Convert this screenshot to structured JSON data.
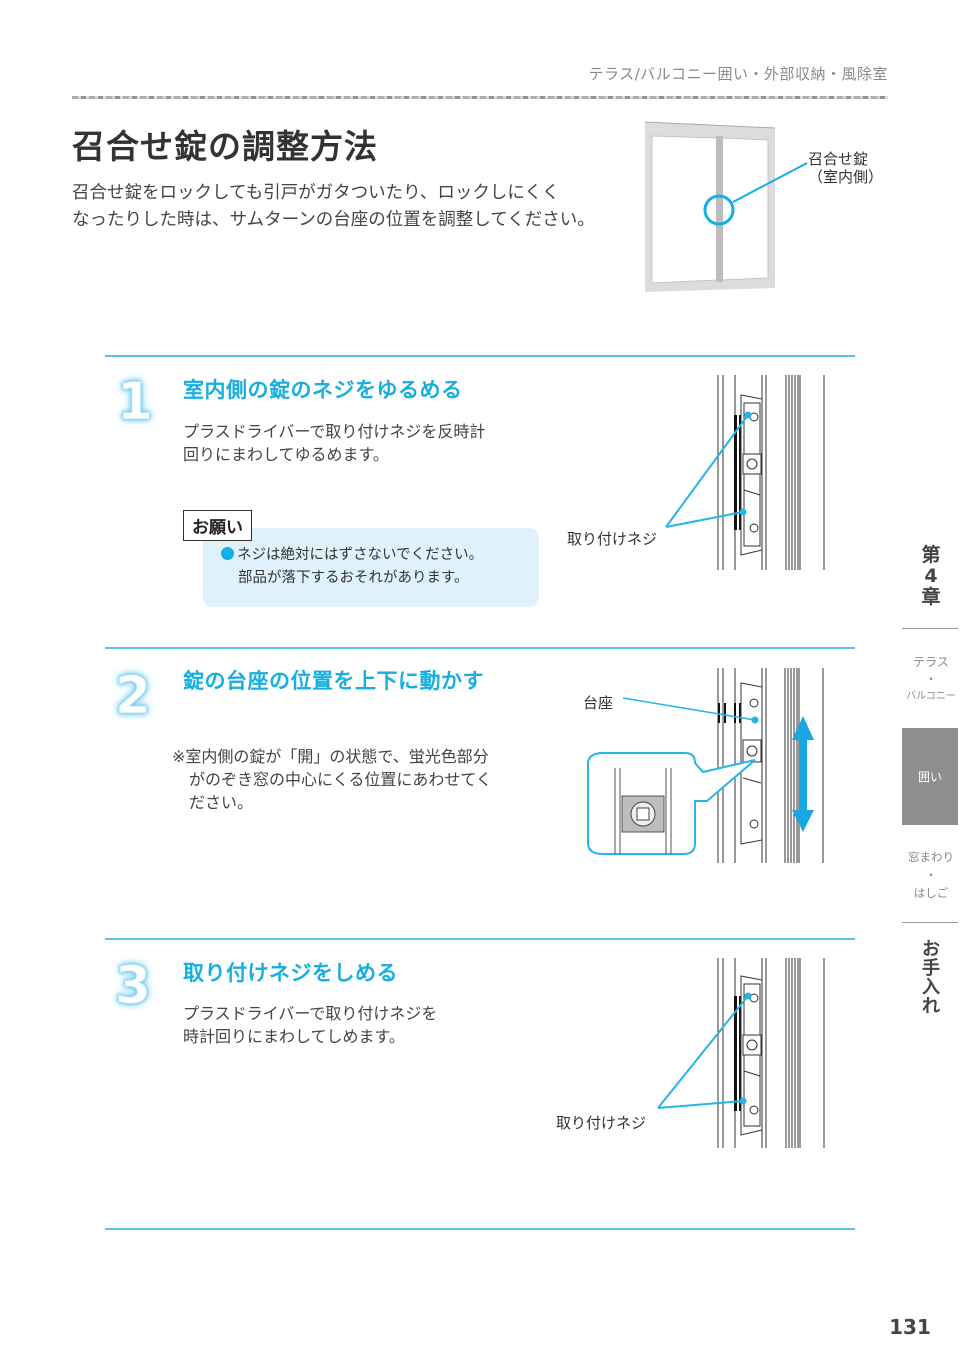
{
  "running_head": "テラス/バルコニー囲い・外部収納・風除室",
  "page": {
    "title": "召合せ錠の調整方法",
    "intro_lines": [
      "召合せ錠をロックしても引戸がガタついたり、ロックしにくく",
      "なったりした時は、サムターンの台座の位置を調整してください。"
    ]
  },
  "hero_figure": {
    "callout_line1": "召合せ錠",
    "callout_line2": "（室内側）"
  },
  "steps": [
    {
      "number": "1",
      "title": "室内側の錠のネジをゆるめる",
      "body_lines": [
        "プラスドライバーで取り付けネジを反時計",
        "回りにまわしてゆるめます。"
      ],
      "figure_callout": "取り付けネジ"
    },
    {
      "number": "2",
      "title": "錠の台座の位置を上下に動かす",
      "body_lines": [
        "※室内側の錠が「開」の状態で、蛍光色部分",
        "がのぞき窓の中心にくる位置にあわせてく",
        "ださい。"
      ],
      "figure_callout": "台座"
    },
    {
      "number": "3",
      "title": "取り付けネジをしめる",
      "body_lines": [
        "プラスドライバーで取り付けネジを",
        "時計回りにまわしてしめます。"
      ],
      "figure_callout": "取り付けネジ"
    }
  ],
  "note": {
    "label": "お願い",
    "line1": "ネジは絶対にはずさないでください。",
    "line2": "部品が落下するおそれがあります。"
  },
  "side_index": {
    "chapter_line1": "第",
    "chapter_line2": "4",
    "chapter_line3": "章",
    "tab_terrace_1": "テラス",
    "tab_terrace_dot": "・",
    "tab_terrace_2": "バルコニー",
    "tab_active": "囲い",
    "tab_window_1": "窓まわり",
    "tab_window_dot": "・",
    "tab_window_2": "はしご",
    "tab_care": [
      "お",
      "手",
      "入",
      "れ"
    ]
  },
  "colors": {
    "accent": "#17aee0",
    "rule": "#5bc4ea",
    "note_bg": "#dff1fb",
    "active_tab_bg": "#8e8e8e"
  },
  "page_number": "131"
}
